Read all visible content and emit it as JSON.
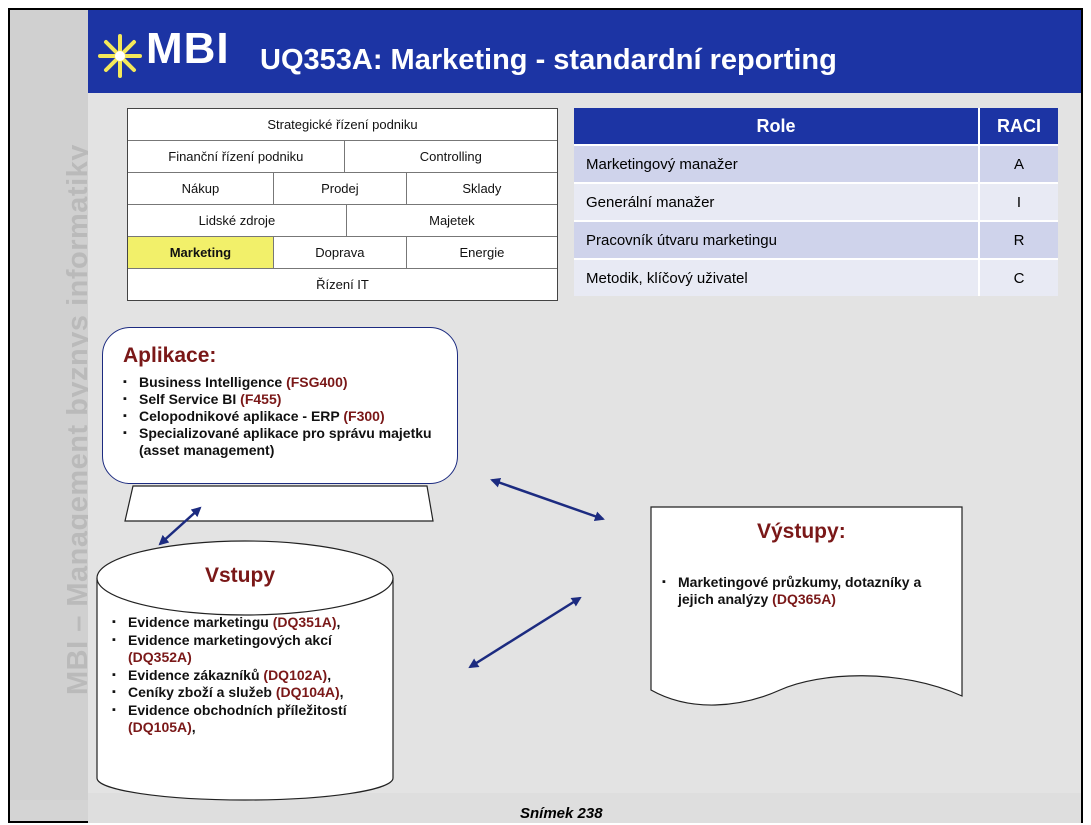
{
  "sidebar": {
    "text": "MBI – Management byznys informatiky"
  },
  "header": {
    "logo_text": "MBI",
    "title": "UQ353A: Marketing - standardní reporting",
    "header_color": "#1c34a4"
  },
  "modules": {
    "row1": [
      "Strategické řízení podniku"
    ],
    "row2": [
      "Finanční řízení podniku",
      "Controlling"
    ],
    "row3": [
      "Nákup",
      "Prodej",
      "Sklady"
    ],
    "row4": [
      "Lidské zdroje",
      "Majetek"
    ],
    "row5": [
      "Marketing",
      "Doprava",
      "Energie"
    ],
    "row6": [
      "Řízení IT"
    ],
    "highlight": "Marketing",
    "highlight_color": "#f2f06a"
  },
  "raci": {
    "header_role": "Role",
    "header_raci": "RACI",
    "rows": [
      {
        "role": "Marketingový manažer",
        "raci": "A"
      },
      {
        "role": "Generální manažer",
        "raci": "I"
      },
      {
        "role": "Pracovník útvaru marketingu",
        "raci": "R"
      },
      {
        "role": "Metodik, klíčový uživatel",
        "raci": "C"
      }
    ]
  },
  "aplikace": {
    "title": "Aplikace:",
    "items": [
      {
        "text": "Business Intelligence ",
        "code": "(FSG400)"
      },
      {
        "text": "Self Service BI ",
        "code": "(F455)"
      },
      {
        "text": "Celopodnikové aplikace - ERP ",
        "code": "(F300)"
      },
      {
        "text": "Specializované aplikace pro správu majetku (asset management)",
        "code": ""
      }
    ]
  },
  "vstupy": {
    "title": "Vstupy",
    "items": [
      {
        "text": "Evidence marketingu ",
        "code": "(DQ351A)",
        "suffix": ","
      },
      {
        "text": "Evidence marketingových akcí ",
        "code": "(DQ352A)",
        "suffix": ""
      },
      {
        "text": "Evidence zákazníků ",
        "code": "(DQ102A)",
        "suffix": ","
      },
      {
        "text": "Ceníky zboží a služeb ",
        "code": "(DQ104A)",
        "suffix": ","
      },
      {
        "text": "Evidence obchodních příležitostí ",
        "code": "(DQ105A)",
        "suffix": ","
      }
    ]
  },
  "vystupy": {
    "title": "Výstupy:",
    "items": [
      {
        "text": "Marketingové průzkumy, dotazníky a jejich analýzy ",
        "code": "(DQ365A)"
      }
    ]
  },
  "footer": {
    "slide": "Snímek  238"
  },
  "colors": {
    "accent_dark_red": "#7a1818",
    "arrow": "#1c2b80"
  }
}
